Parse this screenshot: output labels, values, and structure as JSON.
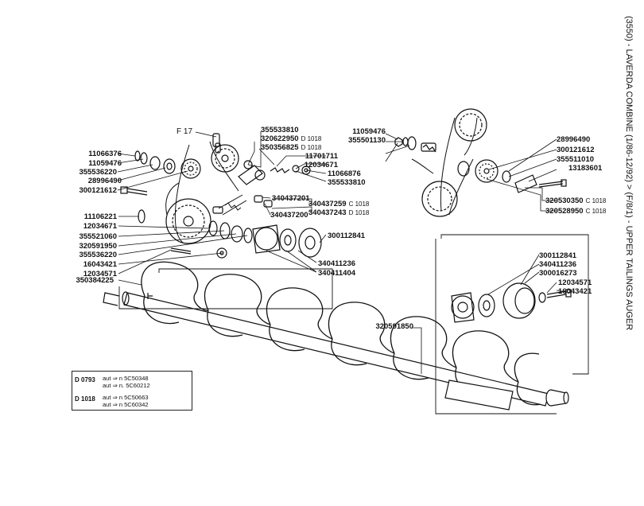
{
  "side_title": "(3550) - LAVERDA COMBINE (1/86-12/92) > (F/8/1) - UPPER TAILINGS AUGER",
  "figure_ref": "F 17",
  "labels": [
    {
      "id": "355533810a",
      "text": "355533810"
    },
    {
      "id": "320622950",
      "text": "320622950",
      "suffix": "D 1018"
    },
    {
      "id": "350356825",
      "text": "350356825",
      "suffix": "D 1018"
    },
    {
      "id": "11701711",
      "text": "11701711"
    },
    {
      "id": "12034671a",
      "text": "12034671"
    },
    {
      "id": "11066876",
      "text": "11066876"
    },
    {
      "id": "355533810b",
      "text": "355533810"
    },
    {
      "id": "11066376",
      "text": "11066376"
    },
    {
      "id": "11059476a",
      "text": "11059476"
    },
    {
      "id": "355536220a",
      "text": "355536220"
    },
    {
      "id": "28996490a",
      "text": "28996490"
    },
    {
      "id": "300121612a",
      "text": "300121612"
    },
    {
      "id": "11106221",
      "text": "11106221"
    },
    {
      "id": "12034671b",
      "text": "12034671"
    },
    {
      "id": "355521060",
      "text": "355521060"
    },
    {
      "id": "320591950",
      "text": "320591950"
    },
    {
      "id": "355536220b",
      "text": "355536220"
    },
    {
      "id": "16043421a",
      "text": "16043421"
    },
    {
      "id": "12034571a",
      "text": "12034571"
    },
    {
      "id": "350384225",
      "text": "350384225"
    },
    {
      "id": "340437201",
      "text": "340437201"
    },
    {
      "id": "340437259",
      "text": "340437259",
      "suffix": "C 1018"
    },
    {
      "id": "340437243",
      "text": "340437243",
      "suffix": "D 1018"
    },
    {
      "id": "340437200",
      "text": "340437200"
    },
    {
      "id": "300112841a",
      "text": "300112841"
    },
    {
      "id": "340411236a",
      "text": "340411236"
    },
    {
      "id": "340411404",
      "text": "340411404"
    },
    {
      "id": "11059476b",
      "text": "11059476"
    },
    {
      "id": "355501130",
      "text": "355501130"
    },
    {
      "id": "28996490b",
      "text": "28996490"
    },
    {
      "id": "300121612b",
      "text": "300121612"
    },
    {
      "id": "355511010",
      "text": "355511010"
    },
    {
      "id": "13183601",
      "text": "13183601"
    },
    {
      "id": "320530350",
      "text": "320530350",
      "suffix": "C 1018"
    },
    {
      "id": "320528950",
      "text": "320528950",
      "suffix": "C 1018"
    },
    {
      "id": "300112841b",
      "text": "300112841"
    },
    {
      "id": "340411236b",
      "text": "340411236"
    },
    {
      "id": "300016273",
      "text": "300016273"
    },
    {
      "id": "12034571b",
      "text": "12034571"
    },
    {
      "id": "16043421b",
      "text": "16043421"
    },
    {
      "id": "320591850",
      "text": "320591850"
    }
  ],
  "legend": [
    {
      "code": "D 0793",
      "lines": [
        "aut ⇒ n 5C50348",
        "aut ⇒ n. 5C60212"
      ]
    },
    {
      "code": "D 1018",
      "lines": [
        "aut ⇒ n 5C50663",
        "aut ⇒ n 5C60342"
      ]
    }
  ]
}
